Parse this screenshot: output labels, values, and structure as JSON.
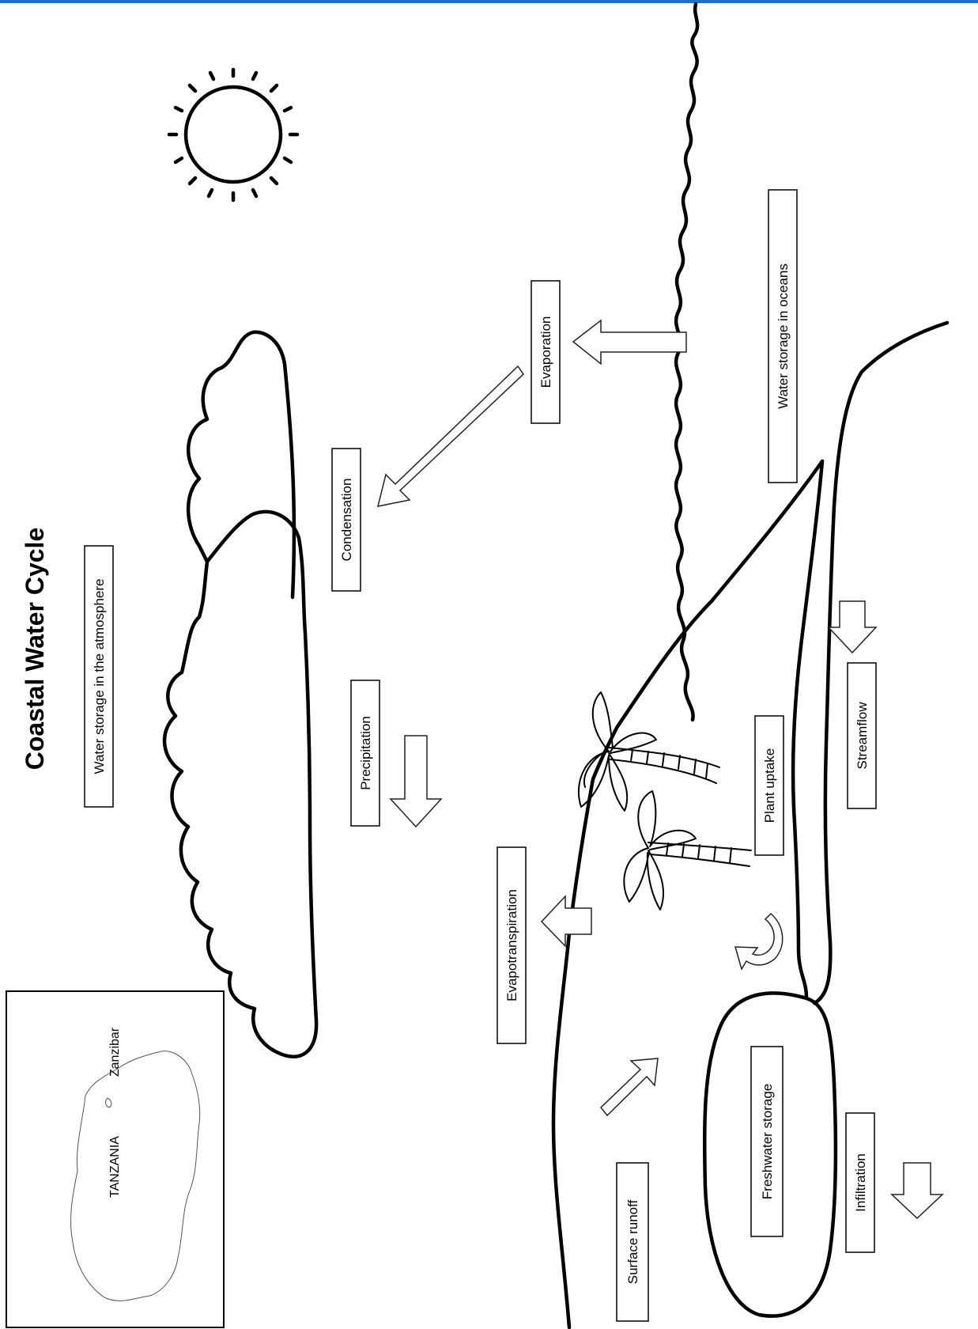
{
  "title": "Coastal  Water Cycle",
  "colors": {
    "accent_bar": "#1a73c8",
    "ink": "#000000"
  },
  "labels": {
    "atmosphere_storage": "Water storage in the atmosphere",
    "condensation": "Condensation",
    "evaporation": "Evaporation",
    "ocean_storage": "Water storage in oceans",
    "precipitation": "Precipitation",
    "evapotranspiration": "Evapotranspiration",
    "plant_uptake": "Plant uptake",
    "streamflow": "Streamflow",
    "surface_runoff": "Surface runoff",
    "freshwater_storage": "Freshwater storage",
    "infiltration": "Infiltration"
  },
  "inset_map": {
    "country": "TANZANIA",
    "island": "Zanzibar"
  },
  "icons": [
    "sun-icon",
    "cloud-icon",
    "palm-tree-icon",
    "arrow-icon"
  ]
}
